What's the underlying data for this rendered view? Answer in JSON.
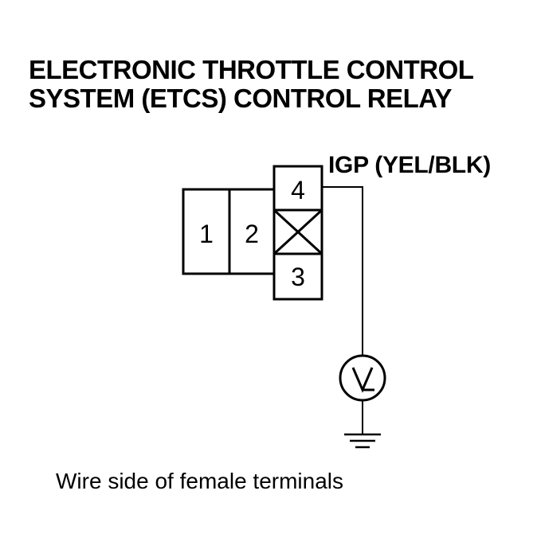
{
  "title": {
    "line1": "ELECTRONIC THROTTLE CONTROL",
    "line2": "SYSTEM (ETCS) CONTROL RELAY"
  },
  "connector": {
    "terminals": [
      "1",
      "2",
      "4",
      "3"
    ]
  },
  "wire_label": "IGP (YEL/BLK)",
  "meter_symbol": "voltmeter-icon",
  "ground_symbol": "ground-icon",
  "caption": "Wire side of female terminals"
}
